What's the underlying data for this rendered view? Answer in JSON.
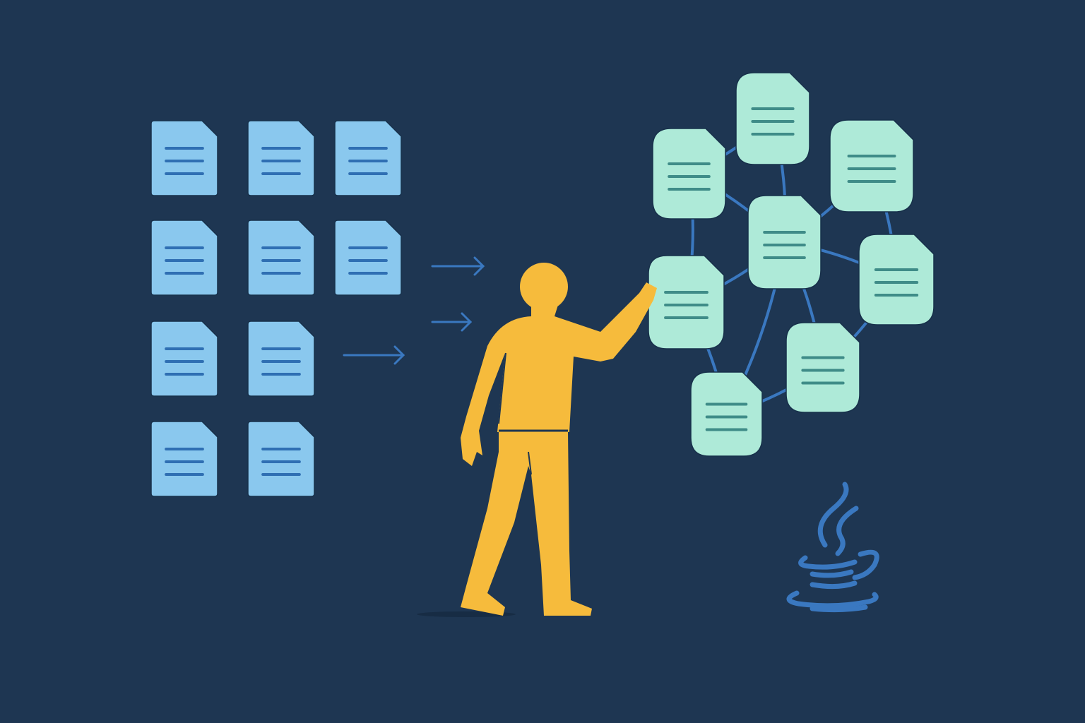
{
  "illustration": {
    "background_color": "#1e3652",
    "unsorted_documents": {
      "icon": "document-icon",
      "count": 10,
      "color": "#8ac8ee",
      "line_color": "#2f6fb3"
    },
    "arrows": {
      "icon": "arrow-right-icon",
      "count": 3,
      "color": "#3a78c0"
    },
    "organized_documents": {
      "icon": "document-icon",
      "count": 8,
      "color": "#aeead8",
      "line_color": "#3f8c88"
    },
    "connections_color": "#3a78c0",
    "person": {
      "icon": "person-icon",
      "color": "#f6bb3c"
    },
    "logo": {
      "icon": "java-coffee-cup-icon",
      "color": "#3a78c0"
    }
  }
}
